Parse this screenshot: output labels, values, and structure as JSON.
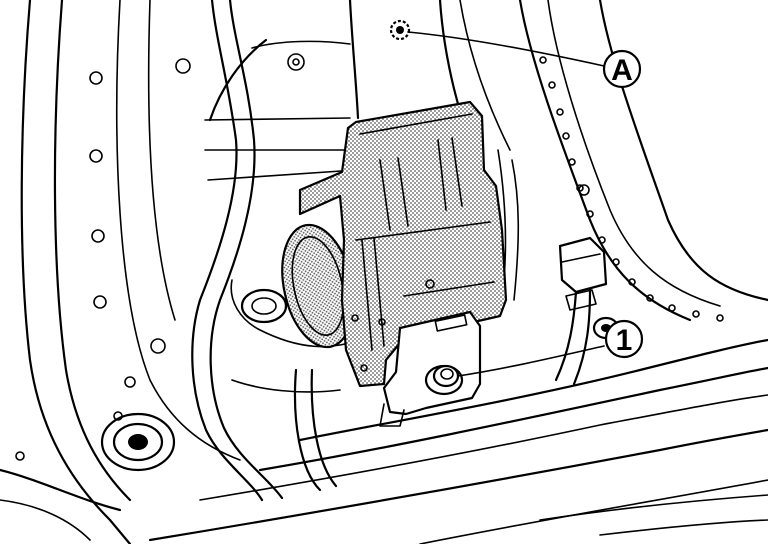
{
  "diagram": {
    "callouts": [
      {
        "id": "A",
        "label": "A",
        "target": "clip"
      },
      {
        "id": "1",
        "label": "1",
        "target": "bolt"
      }
    ],
    "colors": {
      "line": "#000000",
      "background": "#ffffff",
      "shade": "#8a8a8a"
    }
  }
}
